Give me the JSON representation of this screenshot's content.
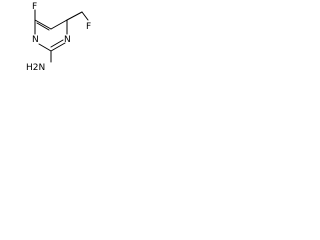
{
  "molecule": {
    "atoms": {
      "fluoro_top": "F",
      "fluoro_right": "F",
      "ring_nitrogen_right": "N",
      "ring_nitrogen_bottom": "N",
      "amine": "H2N"
    },
    "colors": {
      "bond": "#000000",
      "label": "#000000",
      "background": "#ffffff"
    }
  }
}
